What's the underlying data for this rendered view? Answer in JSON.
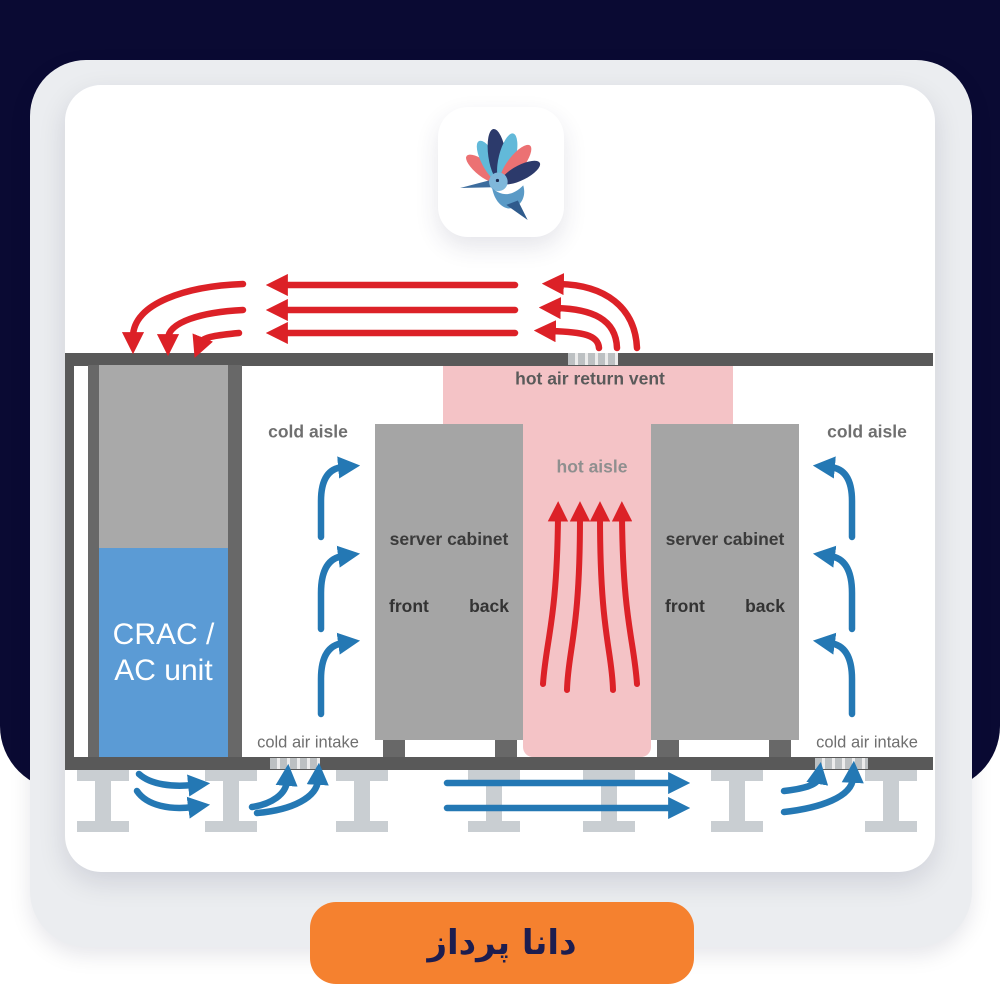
{
  "page": {
    "bg": "#ffffff"
  },
  "hero": {
    "bg_color": "#0a0a33"
  },
  "logo": {
    "icon": "hummingbird-logo",
    "colors": {
      "coral": "#ec7173",
      "navy": "#2c3a6b",
      "sky": "#62b9d9",
      "steel": "#5a9ac6"
    }
  },
  "cta": {
    "label": "دانا پرداز",
    "bg_color": "#f5812f",
    "text_color": "#1d1d4f"
  },
  "diagram": {
    "colors": {
      "hot_air_red": "#dc2127",
      "cold_air_blue": "#2478b4",
      "hot_zone_pink": "#f4c3c6",
      "cabinet_gray": "#a5a5a5",
      "structure_gray": "#595959",
      "crac_blue": "#5b9bd5",
      "pedestal_gray": "#c9ced2"
    },
    "labels": {
      "hot_air_return_vent": "hot air return vent",
      "hot_aisle": "hot aisle",
      "cold_aisle_left": "cold aisle",
      "cold_aisle_right": "cold aisle",
      "cold_air_intake_left": "cold air intake",
      "cold_air_intake_right": "cold air intake",
      "crac_line1": "CRAC /",
      "crac_line2": "AC unit"
    },
    "cabinets": [
      {
        "title": "server cabinet",
        "front": "front",
        "back": "back"
      },
      {
        "title": "server cabinet",
        "front": "front",
        "back": "back"
      }
    ]
  }
}
